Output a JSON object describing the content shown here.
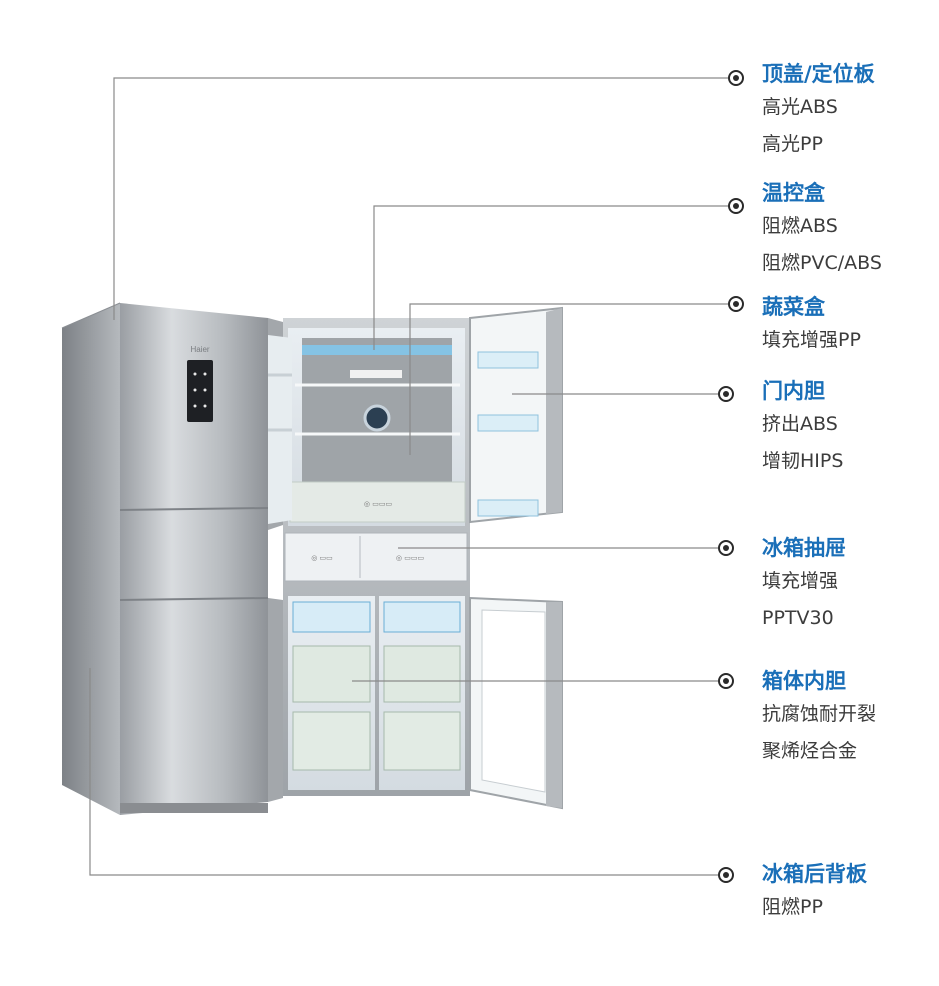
{
  "brand_logo": "Haier",
  "callouts": [
    {
      "title": "顶盖/定位板",
      "materials": [
        "高光ABS",
        "高光PP"
      ]
    },
    {
      "title": "温控盒",
      "materials": [
        "阻燃ABS",
        "阻燃PVC/ABS"
      ]
    },
    {
      "title": "蔬菜盒",
      "materials": [
        "填充增强PP"
      ]
    },
    {
      "title": "门内胆",
      "materials": [
        "挤出ABS",
        "增韧HIPS"
      ]
    },
    {
      "title": "冰箱抽屉",
      "materials": [
        "填充增强",
        "PPTV30"
      ]
    },
    {
      "title": "箱体内胆",
      "materials": [
        "抗腐蚀耐开裂",
        "聚烯烃合金"
      ]
    },
    {
      "title": "冰箱后背板",
      "materials": [
        "阻燃PP"
      ]
    }
  ],
  "colors": {
    "accent": "#1a6fb8",
    "text": "#3c3c3c",
    "leader_line": "#8a8a8a"
  }
}
